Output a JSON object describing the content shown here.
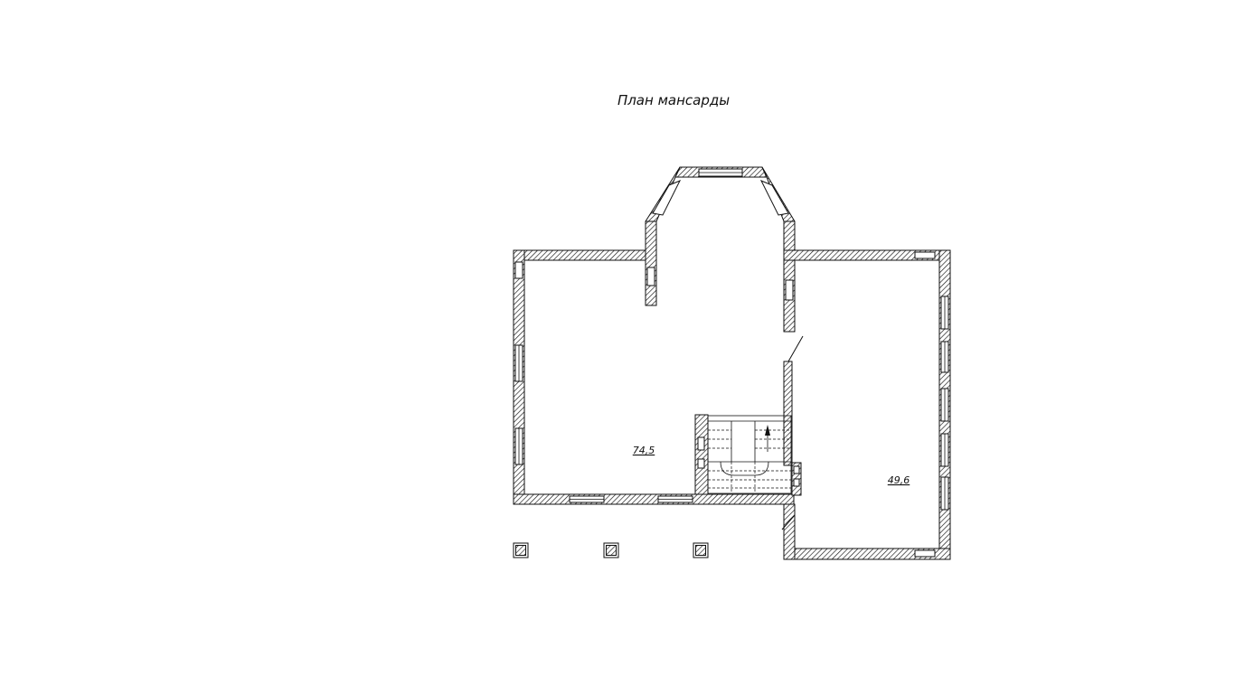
{
  "drawing": {
    "title": "План мансарды"
  },
  "rooms": [
    {
      "id": "left-room",
      "area": "74,5"
    },
    {
      "id": "right-room",
      "area": "49,6"
    }
  ],
  "legend_columns_count_shown": 3
}
